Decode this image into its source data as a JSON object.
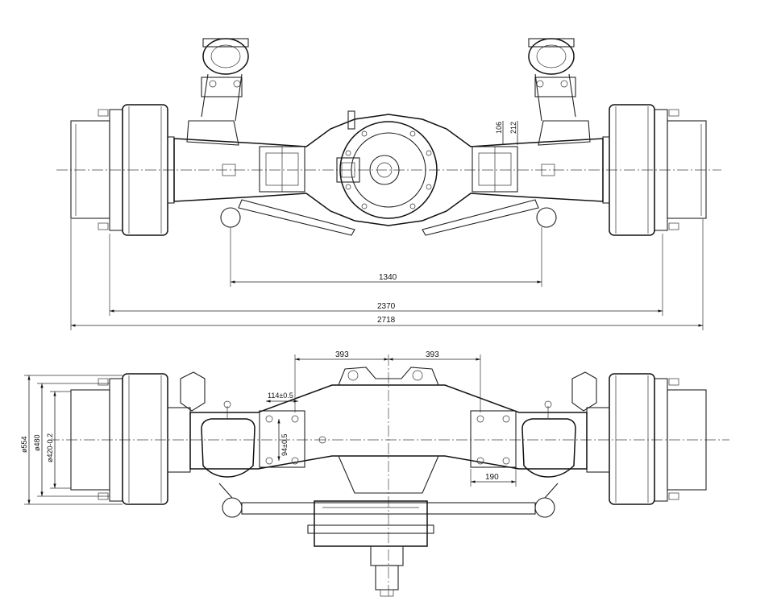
{
  "drawing": {
    "top_view": {
      "dimensions": {
        "track_inner": "1340",
        "track_mid": "2370",
        "overall_width": "2718",
        "offset_a": "106",
        "offset_b": "212"
      }
    },
    "front_view": {
      "dimensions": {
        "spring_seat_left": "393",
        "spring_seat_right": "393",
        "bolt_pattern_h": "114±0.5",
        "bolt_pattern_v": "94±0.5",
        "pad_width": "190",
        "diameter_outer": "ø554",
        "diameter_mid": "ø480",
        "diameter_inner": "ø420-0.2"
      }
    }
  }
}
